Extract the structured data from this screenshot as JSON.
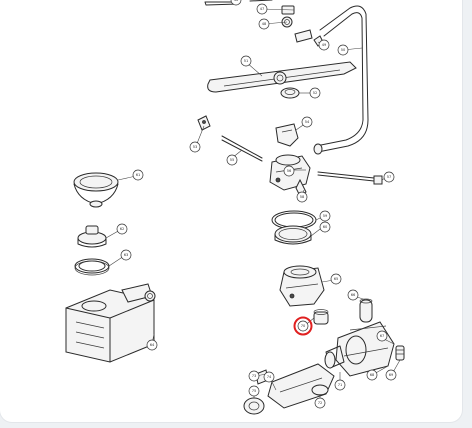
{
  "colors": {
    "background": "#eef1f4",
    "panel": "#ffffff",
    "line": "#2b2b2b",
    "highlight": "#e02020"
  },
  "callouts": [
    {
      "id": "c1",
      "label": "46"
    },
    {
      "id": "c2",
      "label": "47"
    },
    {
      "id": "c3",
      "label": "48"
    },
    {
      "id": "c4",
      "label": "49"
    },
    {
      "id": "c5",
      "label": "50"
    },
    {
      "id": "c6",
      "label": "51"
    },
    {
      "id": "c7",
      "label": "52"
    },
    {
      "id": "c8",
      "label": "53"
    },
    {
      "id": "c9",
      "label": "54"
    },
    {
      "id": "c10",
      "label": "55"
    },
    {
      "id": "c11",
      "label": "56"
    },
    {
      "id": "c12",
      "label": "57"
    },
    {
      "id": "c13",
      "label": "58"
    },
    {
      "id": "c14",
      "label": "59"
    },
    {
      "id": "c15",
      "label": "60"
    },
    {
      "id": "c16",
      "label": "61"
    },
    {
      "id": "c17",
      "label": "62"
    },
    {
      "id": "c18",
      "label": "63"
    },
    {
      "id": "c19",
      "label": "64"
    },
    {
      "id": "c20",
      "label": "65"
    },
    {
      "id": "c21",
      "label": "66"
    },
    {
      "id": "c22",
      "label": "67"
    },
    {
      "id": "c23",
      "label": "68"
    },
    {
      "id": "c24",
      "label": "69"
    },
    {
      "id": "c25",
      "label": "70"
    },
    {
      "id": "c26",
      "label": "71"
    },
    {
      "id": "c27",
      "label": "72"
    },
    {
      "id": "c28",
      "label": "73"
    },
    {
      "id": "c29",
      "label": "74"
    },
    {
      "id": "c30",
      "label": "75"
    }
  ],
  "highlighted_callout": "c25"
}
